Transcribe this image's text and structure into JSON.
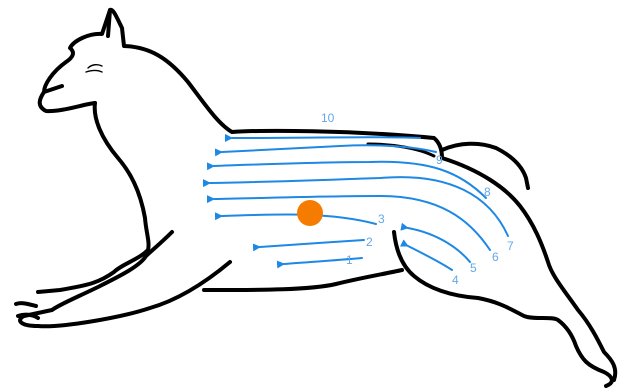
{
  "diagram": {
    "subject": "dog",
    "line_color": "#1e88e5",
    "label_color": "#64a8e6",
    "marker_color": "#f57c00",
    "outline_color": "#000000",
    "lines": [
      {
        "label": "1"
      },
      {
        "label": "2"
      },
      {
        "label": "3"
      },
      {
        "label": "4"
      },
      {
        "label": "5"
      },
      {
        "label": "6"
      },
      {
        "label": "7"
      },
      {
        "label": "8"
      },
      {
        "label": "9"
      },
      {
        "label": "10"
      }
    ],
    "marker": {
      "shape": "circle"
    }
  }
}
